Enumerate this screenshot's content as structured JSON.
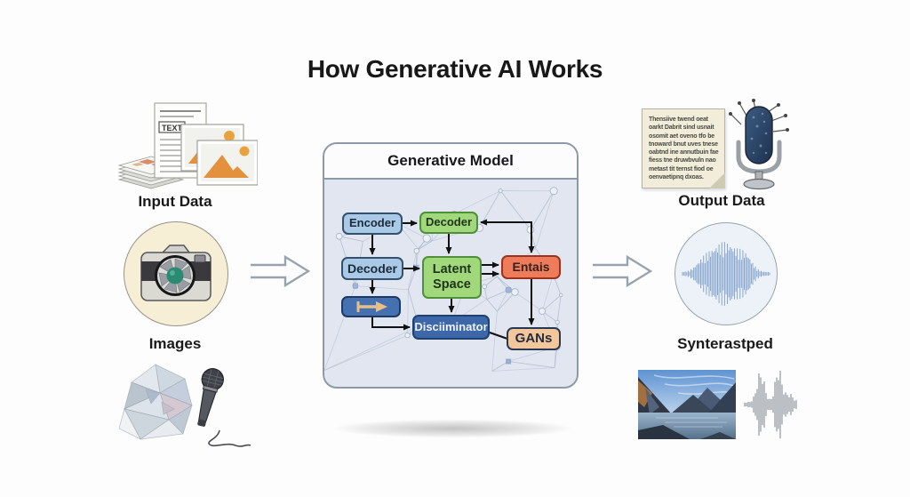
{
  "title": "How Generative AI Works",
  "input": {
    "label": "Input Data",
    "images_label": "Images",
    "doc_text": "TEXT"
  },
  "model": {
    "header": "Generative Model",
    "nodes": {
      "encoder": "Encoder",
      "decoder_top": "Decoder",
      "decoder_left": "Decoder",
      "latent_line1": "Latent",
      "latent_line2": "Space",
      "entais": "Entais",
      "discriminator": "Disciiminator",
      "gans": "GANs"
    }
  },
  "output": {
    "label": "Output Data",
    "synth_label": "Synterastped",
    "note_lines": [
      "Thensiive twend oeat",
      "oarkt Dabrit sind usnait",
      "osomit aet oveno tfo be",
      "tnoward bnut uves tnese",
      "oabtnd ine annutbuin fae",
      "fiess tne druwbvuln nao",
      "metast tit ternst fiod oe",
      "oenvaetipnq dxoas."
    ]
  },
  "colors": {
    "blue_fill": "#a9c9e6",
    "blue_border": "#33506e",
    "green_fill": "#a2d87c",
    "green_border": "#4e8f3a",
    "entais_fill": "#ee7c5b",
    "entais_border": "#993322",
    "disc_fill": "#3d67a8",
    "disc_border": "#20406e",
    "gans_fill": "#f3c79e",
    "gans_border": "#2b3950",
    "abox_fill": "#4570b2",
    "abox_border": "#1d3a63",
    "abox_glyph": "#eabf85",
    "model_body": "#e1e6f0",
    "model_header": "#fcfcfd",
    "model_border": "#8d99a6",
    "mesh_line": "#a9b6cb",
    "hollow_arrow": "#99a3ad",
    "cream": "#f6efd6",
    "wavebg": "#edf1f8",
    "wave_blue": "#7a9dc8",
    "wave_gray": "#9aa0a6",
    "note_bg": "#f1edda"
  }
}
